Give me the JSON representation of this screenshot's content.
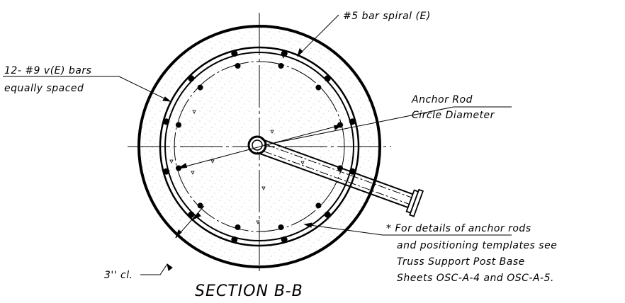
{
  "title": "SECTION B-B",
  "labels": {
    "spiral": "#5 bar spiral (E)",
    "vbars_line1": "12- #9 v(E) bars",
    "vbars_line2": "equally spaced",
    "anchor_line1": "Anchor Rod",
    "anchor_line2": "Circle Diameter",
    "note_line1": "* For details of anchor rods",
    "note_line2": "and positioning templates see",
    "note_line3": "Truss Support Post Base",
    "note_line4": "Sheets OSC-A-4 and OSC-A-5.",
    "clear": "3'' cl."
  },
  "bars": {
    "count": 12,
    "pairs": true
  },
  "colors": {
    "line": "#000000",
    "fill": "#ffffff"
  }
}
